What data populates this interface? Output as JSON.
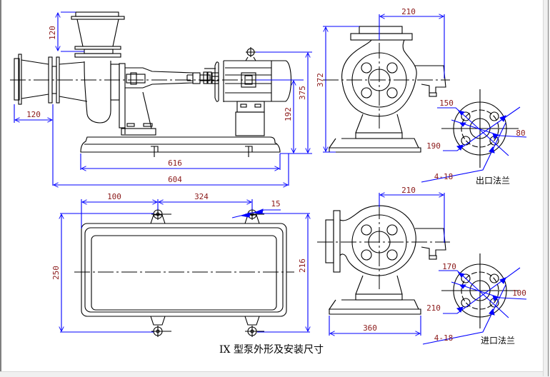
{
  "drawing": {
    "title": "IX 型泵外形及安装尺寸",
    "colors": {
      "outline": "#000000",
      "dimension_line": "#0000ff",
      "dimension_text": "#8b1a1a"
    },
    "side_view": {
      "dims": {
        "suction_flange_height": "120",
        "inlet_offset": "120",
        "base_length_inner": "616",
        "total_length": "604",
        "shaft_height": "192",
        "total_height": "375"
      }
    },
    "front_view_outlet": {
      "dims": {
        "height": "372",
        "width": "210"
      }
    },
    "outlet_flange": {
      "label": "出口法兰",
      "dims": {
        "bolt_circle": "150",
        "outer_diameter": "190",
        "bore": "80",
        "holes": "4-18"
      }
    },
    "plan_view": {
      "dims": {
        "bolt_offset": "100",
        "bolt_spacing": "324",
        "bolt_hole": "15",
        "overall_width": "250",
        "bolt_width": "216"
      }
    },
    "front_view_inlet": {
      "dims": {
        "width": "210",
        "base_width": "360"
      }
    },
    "inlet_flange": {
      "label": "进口法兰",
      "dims": {
        "bolt_circle": "170",
        "outer_diameter": "210",
        "bore": "100",
        "holes": "4-18"
      }
    }
  }
}
